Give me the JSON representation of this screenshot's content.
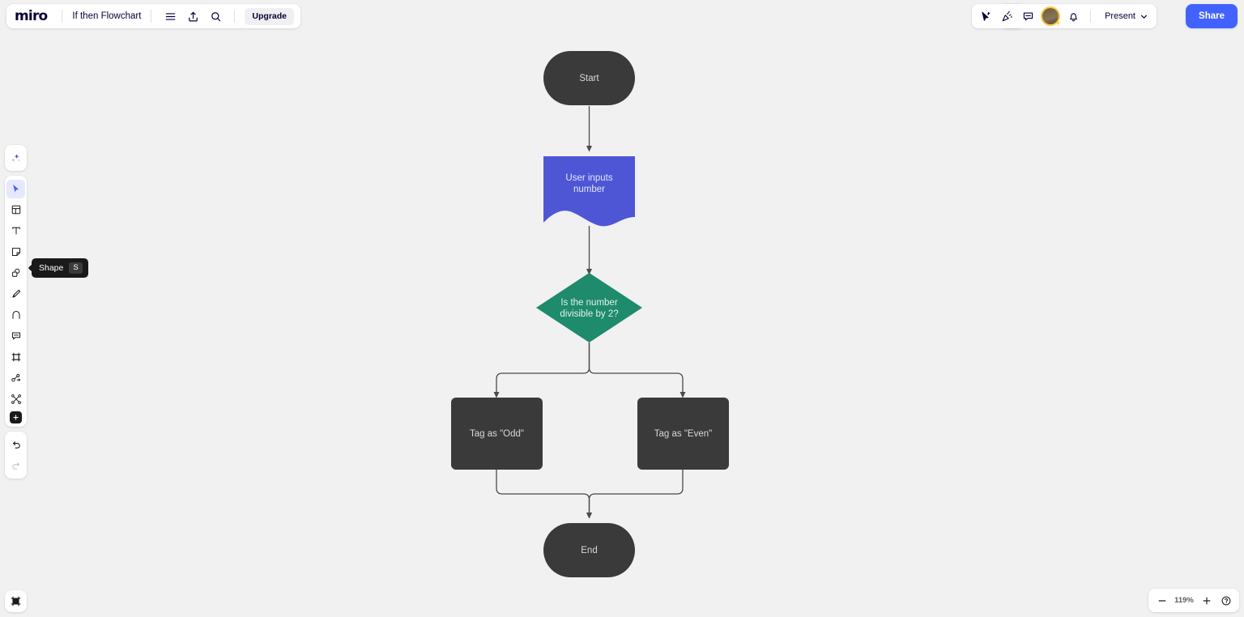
{
  "app": {
    "name": "miro",
    "board_title": "If then Flowchart"
  },
  "topbar": {
    "logo_text": "miro",
    "upgrade_label": "Upgrade",
    "present_label": "Present",
    "share_label": "Share",
    "icons": {
      "menu": "hamburger-menu-icon",
      "export": "upload-export-icon",
      "search": "search-icon",
      "apps": "apps-grid-icon",
      "cursor_share": "cursor-pointer-icon",
      "celebrate": "party-popper-icon",
      "comment": "comment-bubble-icon",
      "notifications": "bell-icon",
      "avatar": "user-avatar"
    }
  },
  "left_toolbar": {
    "items": [
      {
        "name": "ai-sparkle",
        "label": "AI"
      },
      {
        "name": "select",
        "label": "Select",
        "active": true
      },
      {
        "name": "templates",
        "label": "Templates"
      },
      {
        "name": "text",
        "label": "Text"
      },
      {
        "name": "sticky-note",
        "label": "Sticky note"
      },
      {
        "name": "shapes",
        "label": "Shape"
      },
      {
        "name": "pen",
        "label": "Pen"
      },
      {
        "name": "connector",
        "label": "Connection line"
      },
      {
        "name": "comment",
        "label": "Comment"
      },
      {
        "name": "frame",
        "label": "Frame"
      },
      {
        "name": "flowchart",
        "label": "Diagramming"
      },
      {
        "name": "mindmap",
        "label": "Mind map"
      },
      {
        "name": "more-apps",
        "label": "More apps"
      }
    ],
    "history": [
      {
        "name": "undo",
        "label": "Undo",
        "disabled": false
      },
      {
        "name": "redo",
        "label": "Redo",
        "disabled": true
      }
    ]
  },
  "tooltip": {
    "label": "Shape",
    "shortcut": "S"
  },
  "bottom_bar": {
    "frames_label": "Frames",
    "zoom_out_label": "−",
    "zoom_level": "119%",
    "zoom_in_label": "+",
    "help_label": "?"
  },
  "colors": {
    "canvas_bg": "#f1f1f1",
    "dark_node": "#3a3a3a",
    "blue_node": "#4e56d6",
    "green_node": "#1e8b6c",
    "connector": "#4a4a4a",
    "accent_blue": "#4262ff",
    "avatar_ring": "#ffc93c"
  },
  "flowchart": {
    "title": "If then Flowchart",
    "nodes": [
      {
        "id": "start",
        "label": "Start",
        "shape": "terminator",
        "color": "#3a3a3a"
      },
      {
        "id": "input",
        "label": "User inputs number",
        "shape": "document",
        "color": "#4e56d6"
      },
      {
        "id": "decision",
        "label": "Is the number divisible by 2?",
        "shape": "diamond",
        "color": "#1e8b6c"
      },
      {
        "id": "odd",
        "label": "Tag as \"Odd\"",
        "shape": "process",
        "color": "#3a3a3a"
      },
      {
        "id": "even",
        "label": "Tag as \"Even\"",
        "shape": "process",
        "color": "#3a3a3a"
      },
      {
        "id": "end",
        "label": "End",
        "shape": "terminator",
        "color": "#3a3a3a"
      }
    ],
    "node_text": {
      "start": "Start",
      "input_line1": "User inputs",
      "input_line2": "number",
      "decision_line1": "Is the number",
      "decision_line2": "divisible by 2?",
      "odd": "Tag as \"Odd\"",
      "even": "Tag as \"Even\"",
      "end": "End"
    },
    "edges": [
      {
        "from": "start",
        "to": "input"
      },
      {
        "from": "input",
        "to": "decision"
      },
      {
        "from": "decision",
        "to": "odd"
      },
      {
        "from": "decision",
        "to": "even"
      },
      {
        "from": "odd",
        "to": "end"
      },
      {
        "from": "even",
        "to": "end"
      }
    ]
  }
}
